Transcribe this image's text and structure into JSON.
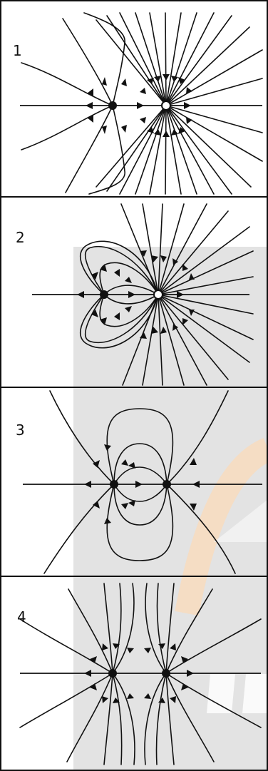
{
  "panels": [
    {
      "number": "1"
    },
    {
      "number": "2"
    },
    {
      "number": "3"
    },
    {
      "number": "4"
    }
  ],
  "colors": {
    "line": "#111111",
    "background": "#ffffff",
    "watermark_panel": "#e3e3e3",
    "watermark_arc": "#f6d7b3"
  }
}
